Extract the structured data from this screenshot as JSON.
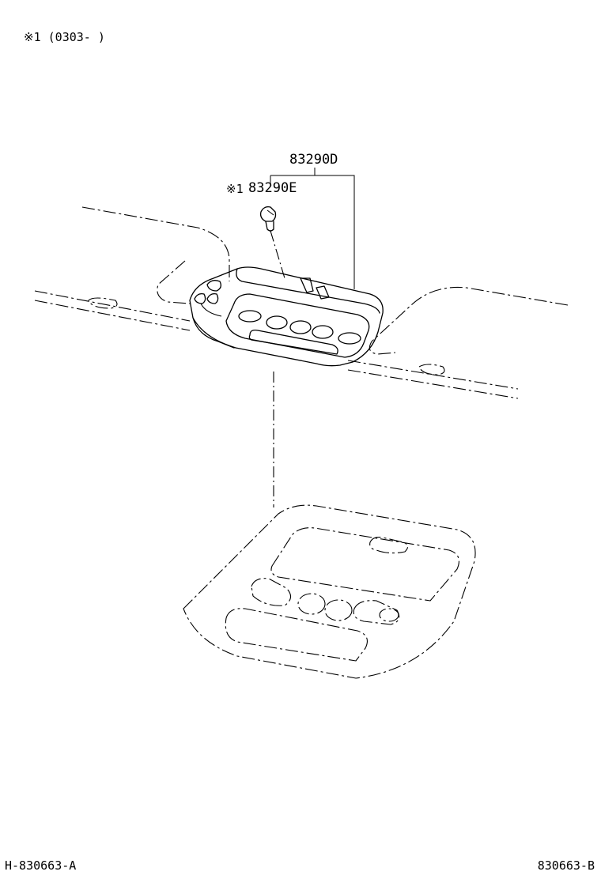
{
  "note_top": "※1 (0303-     )",
  "callouts": {
    "assembly": "83290D",
    "bulb_mark": "※1",
    "bulb": "83290E"
  },
  "footer": {
    "left": "H-830663-A",
    "right": "830663-B"
  }
}
